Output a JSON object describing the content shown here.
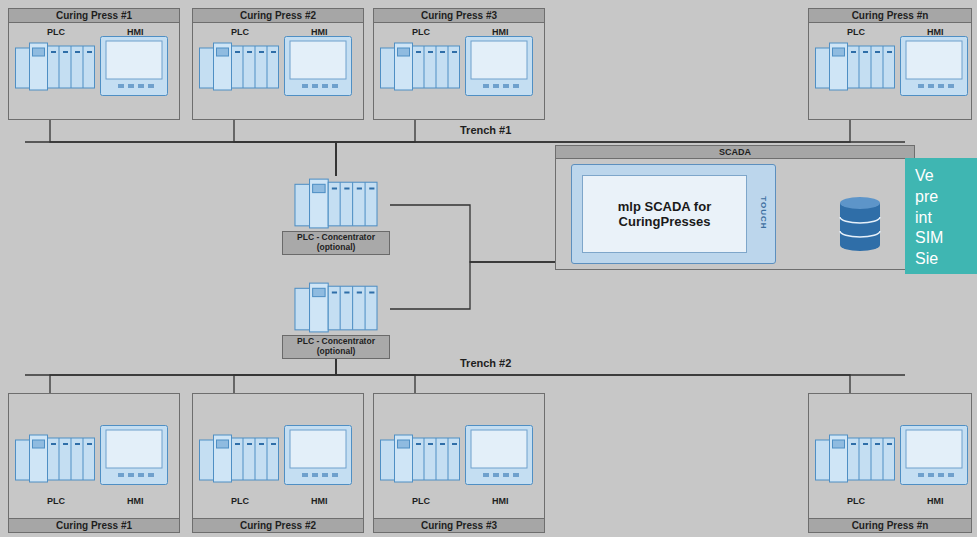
{
  "diagram": {
    "nodes": [
      {
        "text": [
          "Curing Press #1",
          "PLC",
          "HMI"
        ]
      },
      {
        "text": [
          "Curing Press #2",
          "PLC",
          "HMI"
        ]
      },
      {
        "text": [
          "Curing Press #3",
          "PLC",
          "HMI"
        ]
      },
      {
        "text": [
          "Curing Press #n",
          "PLC",
          "HMI"
        ]
      },
      {
        "text": [
          "PLC - Concentrator (optional)"
        ]
      },
      {
        "text": [
          "SCADA"
        ]
      },
      {
        "text": [
          "mlp SCADA for CuringPresses"
        ],
        "in": 5
      },
      {
        "text": [
          "Ve pre int SIM Sie"
        ]
      },
      {
        "text": [
          "PLC - Concentrator (optional)"
        ]
      },
      {
        "text": [
          "Curing Press #1",
          "PLC",
          "HMI"
        ]
      },
      {
        "text": [
          "Curing Press #2",
          "PLC",
          "HMI"
        ]
      },
      {
        "text": [
          "Curing Press #3",
          "PLC",
          "HMI"
        ]
      },
      {
        "text": [
          "Curing Press #n",
          "PLC",
          "HMI"
        ]
      }
    ],
    "edges": [
      {
        "from": 0,
        "to": 4,
        "arrow": "none"
      },
      {
        "from": 1,
        "to": 4,
        "arrow": "none"
      },
      {
        "from": 2,
        "to": 4,
        "arrow": "none"
      },
      {
        "from": 3,
        "to": 4,
        "arrow": "none"
      },
      {
        "from": 4,
        "to": 5,
        "arrow": "none"
      },
      {
        "from": 8,
        "to": 5,
        "arrow": "none"
      },
      {
        "from": 9,
        "to": 8,
        "arrow": "none"
      },
      {
        "from": 10,
        "to": 8,
        "arrow": "none"
      },
      {
        "from": 11,
        "to": 8,
        "arrow": "none"
      },
      {
        "from": 12,
        "to": 8,
        "arrow": "none"
      }
    ],
    "labels": [
      "Trench #1",
      "Trench #2",
      "TOUCH"
    ]
  }
}
